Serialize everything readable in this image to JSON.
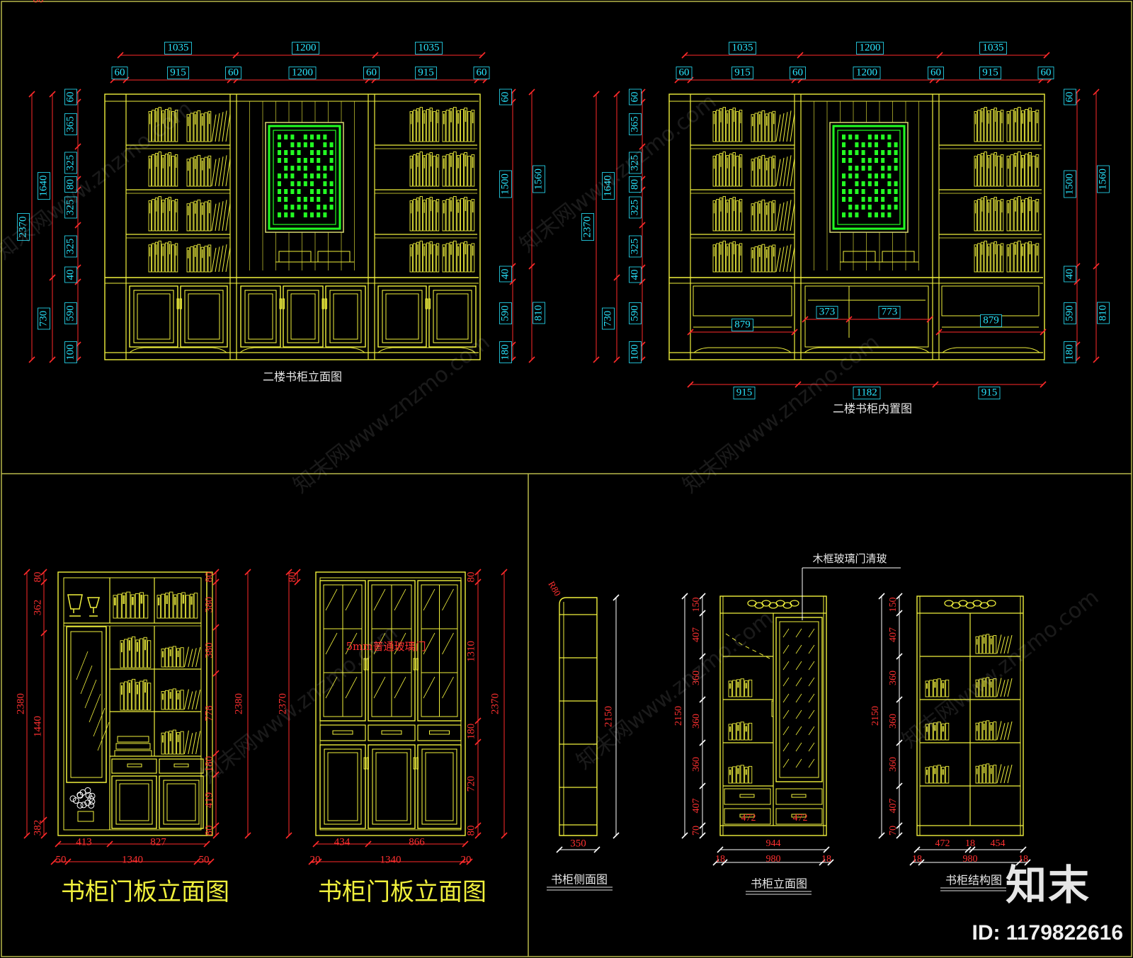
{
  "colors": {
    "background": "#000000",
    "line": "#f0f03c",
    "dim_red": "#ff2a2a",
    "dim_text_cyan": "#29e6ff",
    "dim_text_red": "#ff3030",
    "green": "#22ff22",
    "border": "#cccc55",
    "title_white": "#e8e8e8"
  },
  "drawing1": {
    "title": "二楼书柜立面图",
    "top_row1": [
      "1035",
      "1200",
      "1035"
    ],
    "top_row2": [
      "60",
      "915",
      "60",
      "1200",
      "60",
      "915",
      "60"
    ],
    "left_outer": "2370",
    "left_mid": [
      "1640",
      "730"
    ],
    "left_inner": [
      "60",
      "365",
      "325",
      "80",
      "325",
      "325",
      "40",
      "590",
      "100"
    ],
    "right_inner": [
      "60",
      "1500",
      "40",
      "590",
      "180"
    ],
    "right_outer": [
      "1560",
      "810"
    ]
  },
  "drawing2": {
    "title": "二楼书柜内置图",
    "top_row1": [
      "1035",
      "1200",
      "1035"
    ],
    "top_row2": [
      "60",
      "915",
      "60",
      "1200",
      "60",
      "915",
      "60"
    ],
    "left_outer": "2370",
    "left_mid": [
      "1640",
      "730"
    ],
    "left_inner": [
      "60",
      "365",
      "325",
      "80",
      "325",
      "325",
      "40",
      "590",
      "100"
    ],
    "right_inner": [
      "60",
      "1500",
      "40",
      "590",
      "180"
    ],
    "right_outer": [
      "1560",
      "810"
    ],
    "inner_dims": [
      "879",
      "373",
      "773",
      "879"
    ],
    "bottom_dims": [
      "915",
      "1182",
      "915"
    ]
  },
  "drawing3": {
    "title": "书柜门板立面图",
    "left_outer": "2380",
    "left_mid": "1440",
    "left_inner": [
      "80",
      "362",
      "382",
      "80"
    ],
    "right_inner": [
      "380",
      "380",
      "778",
      "180",
      "419",
      "80"
    ],
    "right_outer": "2380",
    "bottom_row1": [
      "413",
      "827"
    ],
    "bottom_row2": [
      "50",
      "1340",
      "50"
    ]
  },
  "drawing4": {
    "title": "书柜门板立面图",
    "note": "5mm普通玻璃门",
    "left_dims": [
      "80",
      "2370"
    ],
    "right_inner": [
      "80",
      "1310",
      "180",
      "720",
      "80"
    ],
    "right_outer": "2370",
    "bottom_row1": [
      "434",
      "866"
    ],
    "bottom_row2": [
      "20",
      "1340",
      "20"
    ]
  },
  "drawing5": {
    "title": "书柜侧面图",
    "radius": "R80",
    "height": "2150",
    "width": "350"
  },
  "drawing6": {
    "title": "书柜立面图",
    "leader_note": "木框玻璃门清玻",
    "left_outer": "2150",
    "left_inner": [
      "150",
      "407",
      "360",
      "360",
      "360",
      "407",
      "70"
    ],
    "drawer_widths": [
      "472",
      "472"
    ],
    "bottom_row1": "944",
    "bottom_row2": [
      "18",
      "980",
      "18"
    ]
  },
  "drawing7": {
    "title": "书柜结构图",
    "left_outer": "2150",
    "left_inner": [
      "150",
      "407",
      "360",
      "360",
      "360",
      "407",
      "70"
    ],
    "bottom_row1": [
      "472",
      "18",
      "454"
    ],
    "bottom_row2": [
      "18",
      "980",
      "18"
    ]
  },
  "watermark": "知末网www.znzmo.com",
  "logo_text": "知末",
  "id_text": "ID: 1179822616"
}
